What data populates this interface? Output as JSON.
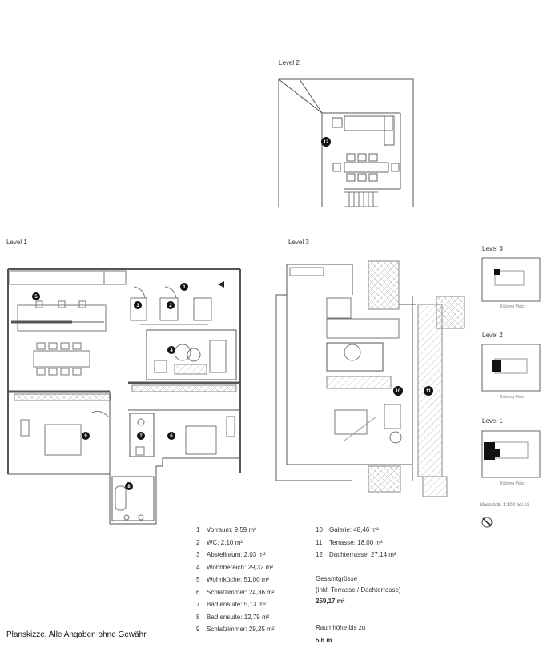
{
  "levels": {
    "level2_title": "Level 2",
    "level1_title": "Level 1",
    "level3_title": "Level 3"
  },
  "key_plans": [
    {
      "title": "Level 3",
      "caption": "Rütiweg Platz"
    },
    {
      "title": "Level 2",
      "caption": "Rütiweg Platz"
    },
    {
      "title": "Level 1",
      "caption": "Rütiweg Platz"
    }
  ],
  "scale_text": "Massstab: 1:100 bei A3",
  "room_markers": [
    "1",
    "2",
    "3",
    "4",
    "5",
    "6",
    "7",
    "8",
    "9",
    "10",
    "11",
    "12"
  ],
  "rooms_left": [
    {
      "num": "1",
      "name": "Vorraum: 9,59 m²"
    },
    {
      "num": "2",
      "name": "WC: 2,10 m²"
    },
    {
      "num": "3",
      "name": "Abstellraum: 2,03 m²"
    },
    {
      "num": "4",
      "name": "Wohnbereich: 29,32 m²"
    },
    {
      "num": "5",
      "name": "Wohnküche: 51,00 m²"
    },
    {
      "num": "6",
      "name": "Schlafzimmer: 24,36 m²"
    },
    {
      "num": "7",
      "name": "Bad ensuite: 5,13 m²"
    },
    {
      "num": "8",
      "name": "Bad ensuite: 12,79 m²"
    },
    {
      "num": "9",
      "name": "Schlafzimmer: 29,25 m²"
    }
  ],
  "rooms_right": [
    {
      "num": "10",
      "name": "Galerie: 48,46 m²"
    },
    {
      "num": "11",
      "name": "Terrasse: 18,00 m²"
    },
    {
      "num": "12",
      "name": "Dachterrasse: 27,14 m²"
    }
  ],
  "totals": {
    "label": "Gesamtgrösse",
    "sublabel": "(inkl. Terrasse / Dachterrasse)",
    "value": "259,17 m²",
    "height_label": "Raumhöhe bis zu",
    "height_value": "5,6 m"
  },
  "footer_note": "Planskizze. Alle Angaben ohne Gewähr",
  "colors": {
    "wall": "#555555",
    "line": "#777777",
    "marker": "#111111",
    "hatch": "#999999"
  }
}
